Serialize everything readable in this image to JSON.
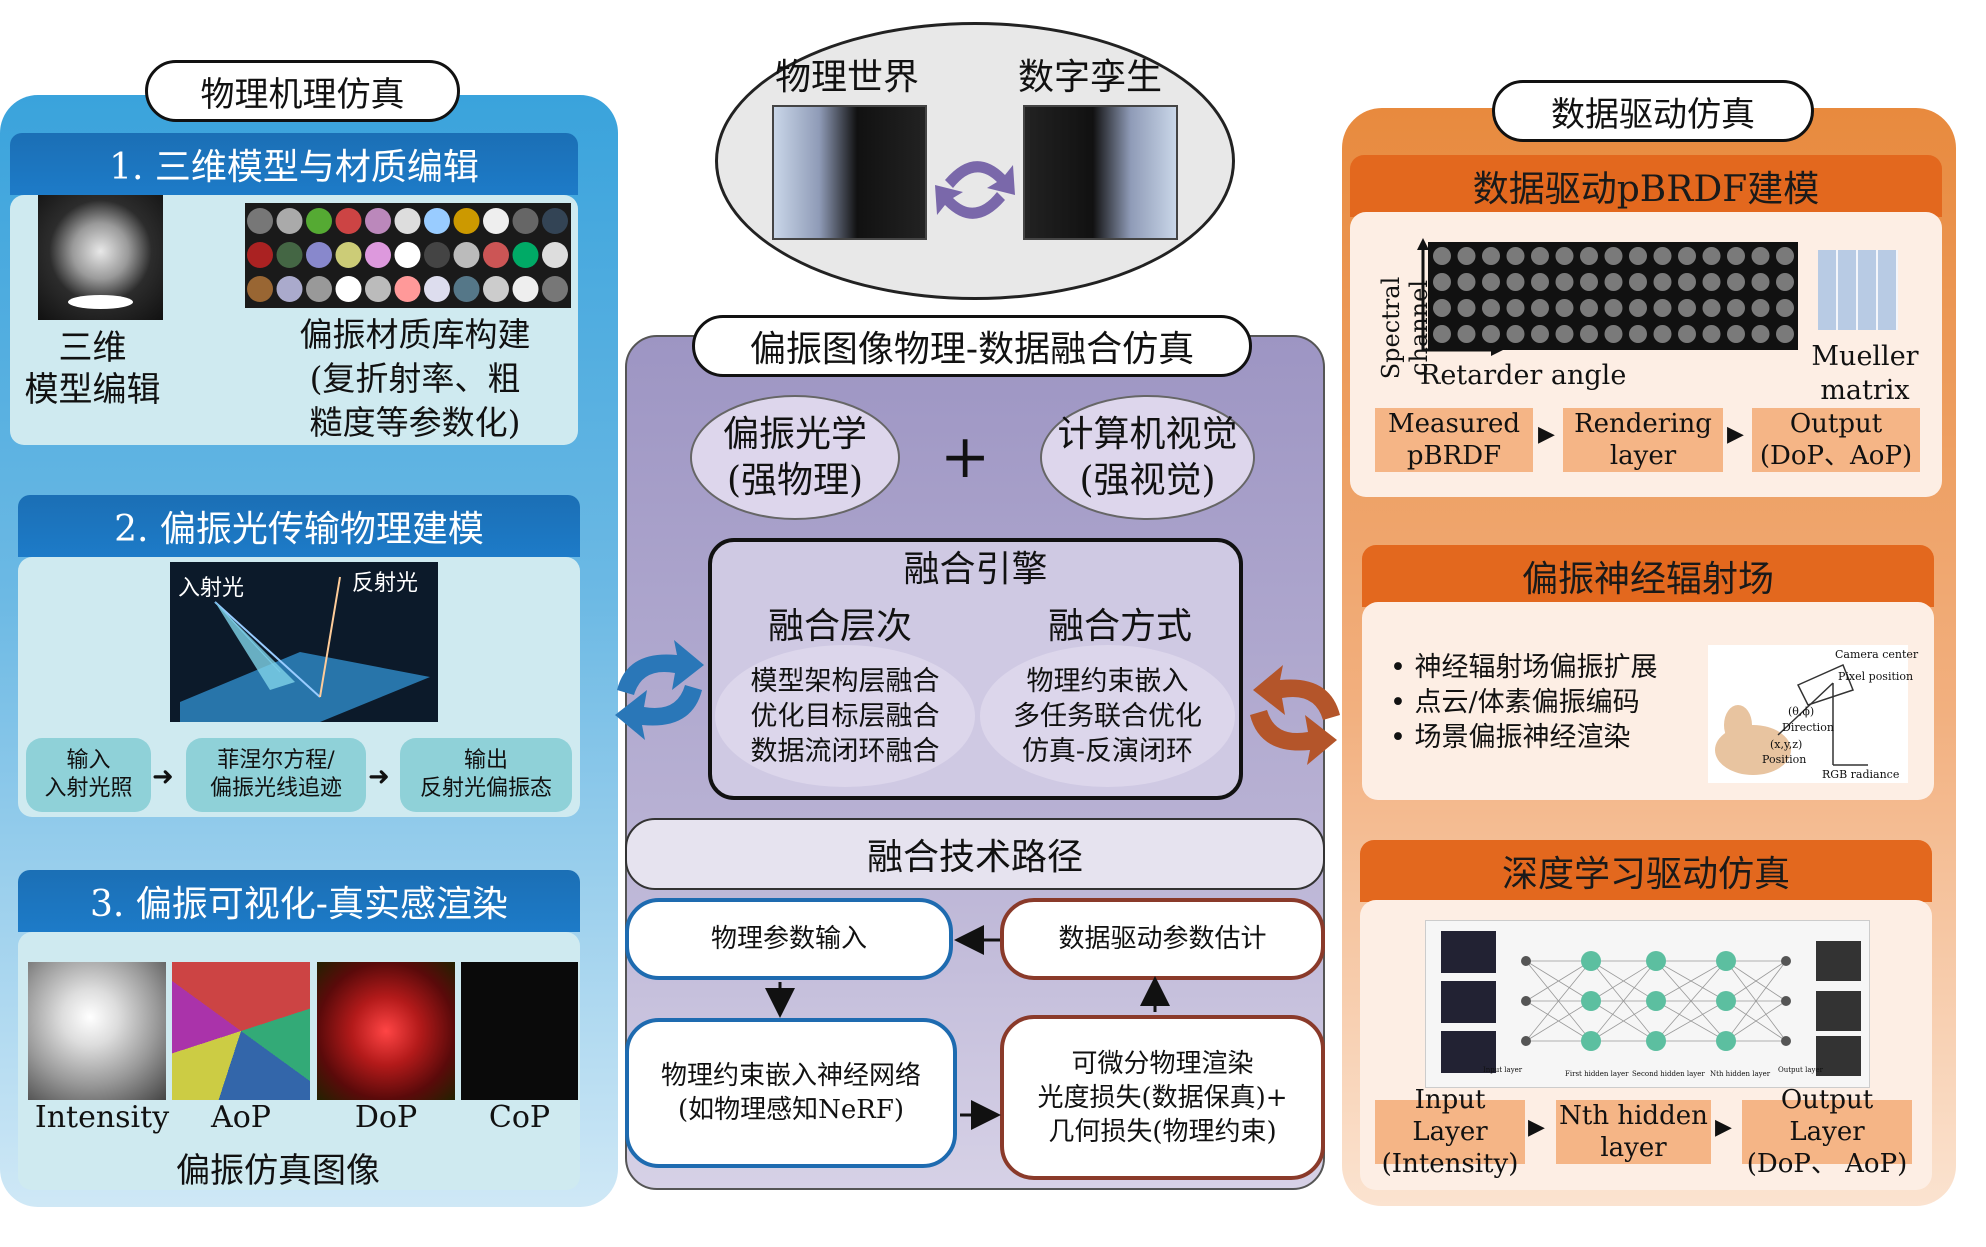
{
  "left": {
    "title": "物理机理仿真",
    "s1": {
      "heading": "1. 三维模型与材质编辑",
      "model_label": "三维\n模型编辑",
      "material_label": "偏振材质库构建\n(复折射率、粗\n糙度等参数化)"
    },
    "s2": {
      "heading": "2. 偏振光传输物理建模",
      "incident": "入射光",
      "reflected": "反射光",
      "box1": "输入\n入射光照",
      "box2": "菲涅尔方程/\n偏振光线追迹",
      "box3": "输出\n反射光偏振态"
    },
    "s3": {
      "heading": "3. 偏振可视化-真实感渲染",
      "labels": [
        "Intensity",
        "AoP",
        "DoP",
        "CoP"
      ],
      "caption": "偏振仿真图像"
    }
  },
  "top": {
    "physical": "物理世界",
    "digital": "数字孪生"
  },
  "center": {
    "title": "偏振图像物理-数据融合仿真",
    "optics": "偏振光学\n(强物理)",
    "plus": "+",
    "vision": "计算机视觉\n(强视觉)",
    "engine": "融合引擎",
    "levels_title": "融合层次",
    "levels": "模型架构层融合\n优化目标层融合\n数据流闭环融合",
    "methods_title": "融合方式",
    "methods": "物理约束嵌入\n多任务联合优化\n仿真-反演闭环",
    "path_title": "融合技术路径",
    "flow1": "物理参数输入",
    "flow2": "数据驱动参数估计",
    "flow3": "物理约束嵌入神经网络\n(如物理感知NeRF)",
    "flow4": "可微分物理渲染\n光度损失(数据保真)+\n几何损失(物理约束)"
  },
  "right": {
    "title": "数据驱动仿真",
    "s1": {
      "heading": "数据驱动pBRDF建模",
      "ylabel": "Spectral\nchannel",
      "xlabel": "Retarder angle",
      "mueller": "Mueller\nmatrix value",
      "box1": "Measured\npBRDF",
      "box2": "Rendering\nlayer",
      "box3": "Output\n(DoP、AoP)"
    },
    "s2": {
      "heading": "偏振神经辐射场",
      "bullets": [
        "• 神经辐射场偏振扩展",
        "• 点云/体素偏振编码",
        "• 场景偏振神经渲染"
      ],
      "camera_center": "Camera center",
      "pixel_position": "Pixel position",
      "direction": "Direction",
      "theta_phi": "(θ,ϕ)",
      "xyz": "(x,y,z)",
      "position": "Position",
      "rgb": "RGB radiance"
    },
    "s3": {
      "heading": "深度学习驱动仿真",
      "box1": "Input Layer\n(Intensity)",
      "box2": "Nth hidden\nlayer",
      "box3": "Output Layer\n(DoP、 AoP)",
      "nn_labels": [
        "Input layer",
        "First hidden layer",
        "Second hidden layer",
        "Nth hidden layer",
        "Output layer"
      ]
    }
  },
  "colors": {
    "left_blue": "#1b6fb5",
    "right_orange": "#e3681e",
    "center_purple": "#9d95c3",
    "teal_box": "#8fd1d8",
    "peach_box": "#f5b586"
  }
}
